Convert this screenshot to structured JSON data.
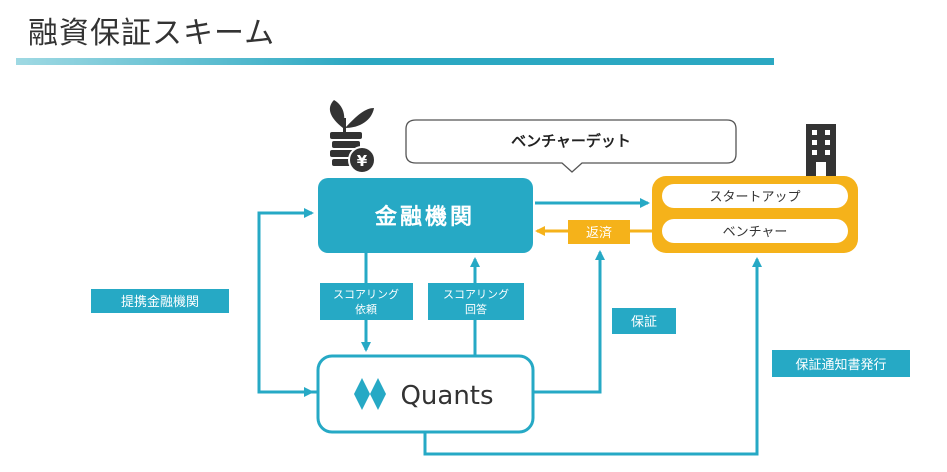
{
  "title": "融資保証スキーム",
  "colors": {
    "teal": "#26a9c5",
    "orange": "#f5b21a",
    "dark": "#333333",
    "white": "#ffffff"
  },
  "nodes": {
    "bank": "金融機関",
    "quants": "Quants",
    "startup": "スタートアップ",
    "venture": "ベンチャー",
    "callout": "ベンチャーデット"
  },
  "labels": {
    "repayment": "返済",
    "partner_bank": "提携金融機関",
    "scoring_request_1": "スコアリング",
    "scoring_request_2": "依頼",
    "scoring_answer_1": "スコアリング",
    "scoring_answer_2": "回答",
    "guarantee": "保証",
    "guarantee_notice": "保証通知書発行"
  },
  "icons": [
    "money-plant-icon",
    "building-icon",
    "quants-logo-icon"
  ],
  "yen_symbol": "¥"
}
